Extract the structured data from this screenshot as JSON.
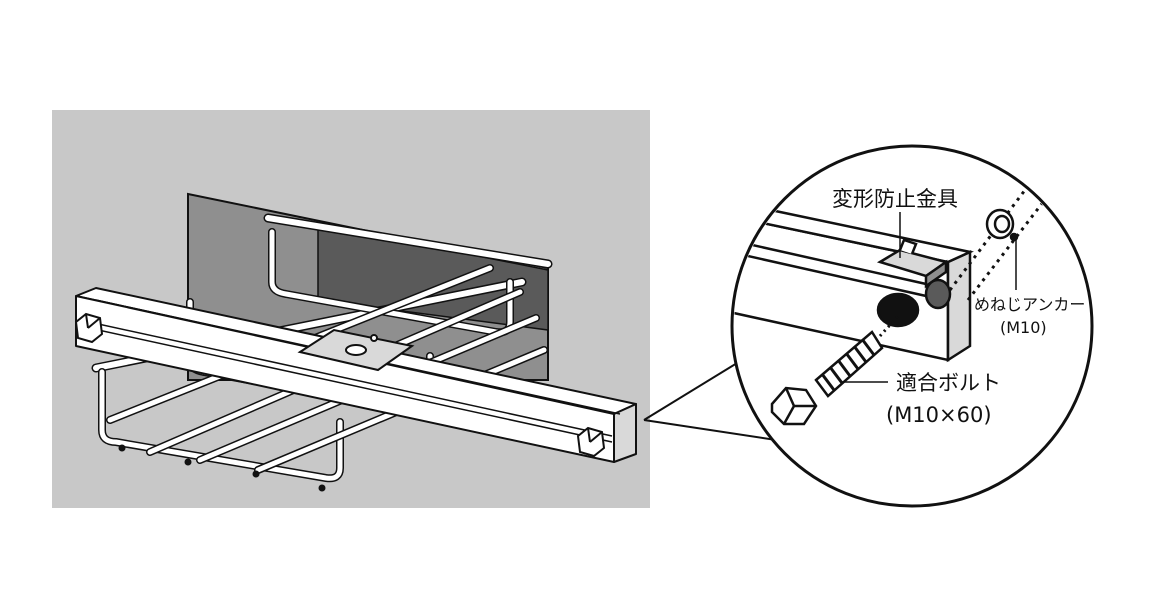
{
  "colors": {
    "wall": "#c8c8c8",
    "back_plate": "#8f8f8f",
    "recess": "#5a5a5a",
    "metal": "#ffffff",
    "outline": "#111111",
    "shade": "#d9d9d9"
  },
  "labels": {
    "deformation_bracket": "変形防止金具",
    "female_anchor": "めねじアンカー",
    "female_anchor_size": "(M10)",
    "bolt": "適合ボルト",
    "bolt_size": "(M10×60)"
  }
}
